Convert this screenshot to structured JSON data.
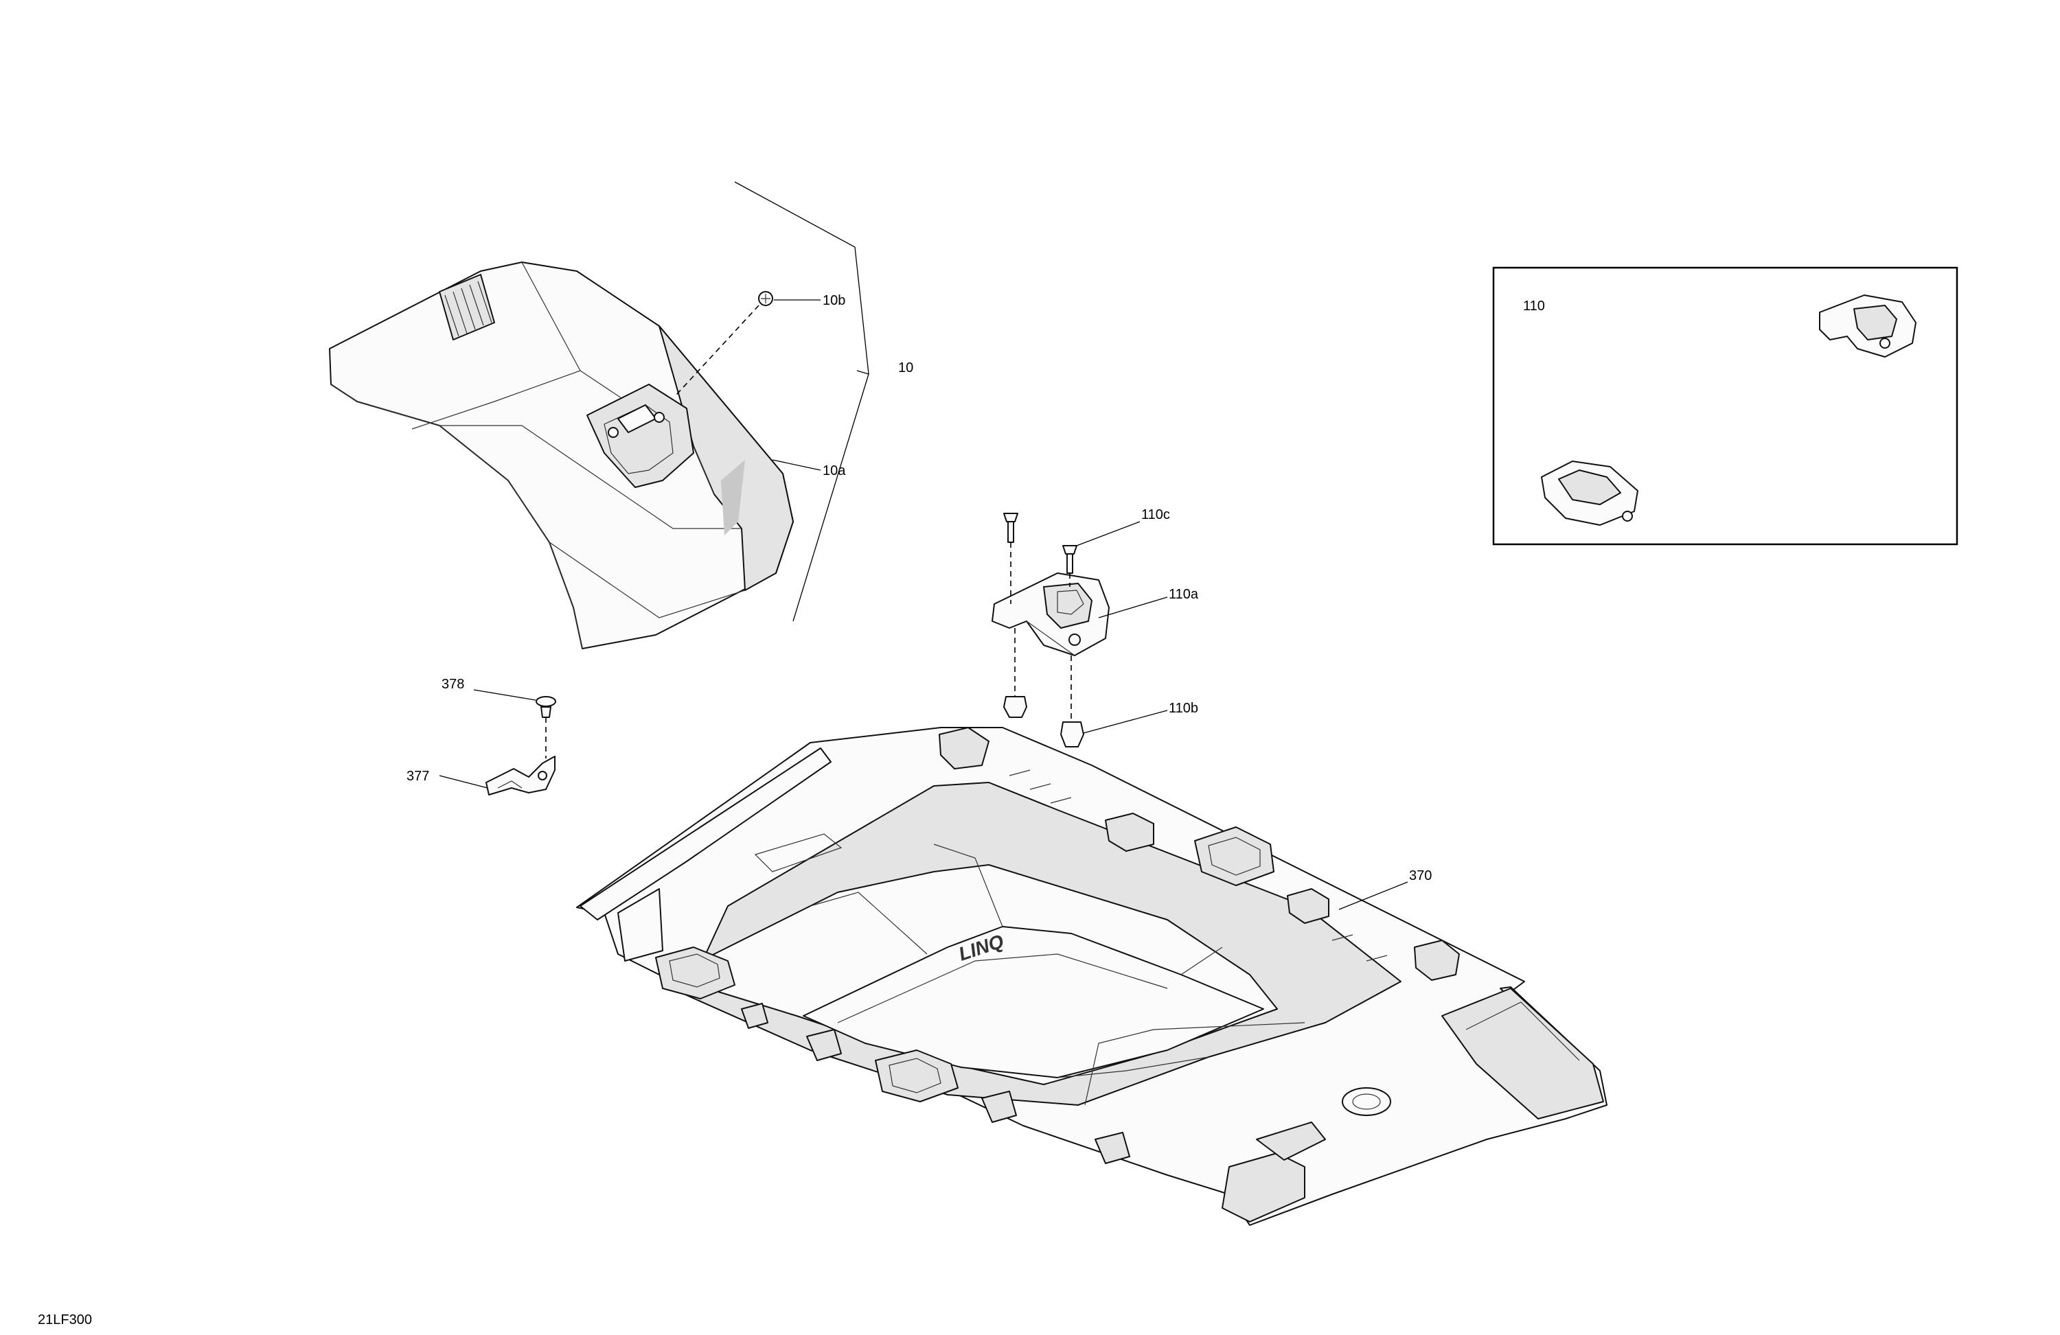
{
  "drawing_id": "21LF300",
  "callouts": {
    "c10": "10",
    "c10a": "10a",
    "c10b": "10b",
    "c110": "110",
    "c110a": "110a",
    "c110b": "110b",
    "c110c": "110c",
    "c370": "370",
    "c377": "377",
    "c378": "378"
  },
  "colors": {
    "line": "#111111",
    "fill": "#fbfbfb",
    "shade": "#e4e4e4"
  }
}
